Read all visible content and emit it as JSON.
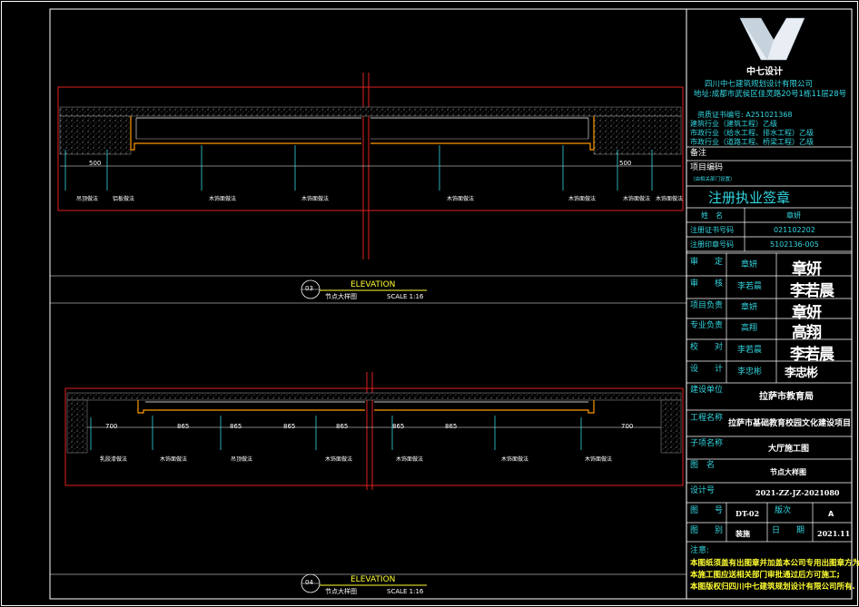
{
  "drawing": {
    "view03": {
      "number": "03",
      "title": "ELEVATION",
      "subtitle": "节点大样图",
      "scale": "SCALE 1:16",
      "dims": [
        "500",
        "500"
      ],
      "tags": [
        "吊顶做法",
        "铝板做法",
        "木饰面做法",
        "木饰面做法",
        "木饰面做法",
        "木饰面做法",
        "木饰面做法",
        "木饰面做法"
      ]
    },
    "view04": {
      "number": "04",
      "title": "ELEVATION",
      "subtitle": "节点大样图",
      "scale": "SCALE 1:16",
      "dims": [
        "700",
        "865",
        "865",
        "865",
        "865",
        "865",
        "865",
        "700"
      ],
      "tags": [
        "乳胶漆做法",
        "木饰面做法",
        "吊顶做法",
        "木饰面做法",
        "木饰面做法",
        "木饰面做法",
        "木饰面做法"
      ]
    }
  },
  "title_block": {
    "company_logo_text": "中七设计",
    "company_name": "四川中七建筑规划设计有限公司",
    "address": "地址:成都市武侯区佳灵路20号1栋11层28号",
    "cert_no": "资质证书编号: A251021368",
    "qualifications": [
      "建筑行业（建筑工程）乙级",
      "市政行业（给水工程、排水工程）乙级",
      "市政行业（道路工程、桥梁工程）乙级"
    ],
    "remark_label": "备注",
    "project_code_label": "项目编码",
    "project_code_note": "（由相关部门设置）",
    "reg_header": "注册执业签章",
    "reg_rows": [
      {
        "label": "姓　名",
        "value": "章妍"
      },
      {
        "label": "注册证书号码",
        "value": "021102202"
      },
      {
        "label": "注册印章号码",
        "value": "5102136-005"
      }
    ],
    "sign_rows": [
      {
        "label": "审　　定",
        "name": "章妍",
        "sig": "章妍"
      },
      {
        "label": "审　　核",
        "name": "李若晨",
        "sig": "李若晨"
      },
      {
        "label": "项目负责",
        "name": "章妍",
        "sig": "章妍"
      },
      {
        "label": "专业负责",
        "name": "高翔",
        "sig": "高翔"
      },
      {
        "label": "校　　对",
        "name": "李若晨",
        "sig": "李若晨"
      },
      {
        "label": "设　　计",
        "name": "李忠彬",
        "sig": "李忠彬"
      }
    ],
    "client_label": "建设单位",
    "client": "拉萨市教育局",
    "project_label": "工程名称",
    "project": "拉萨市基础教育校园文化建设项目",
    "sub_label": "子项名称",
    "sub": "大厅施工图",
    "drawing_name_label": "图　名",
    "drawing_name": "节点大样图",
    "design_no_label": "设计号",
    "design_no": "2021-ZZ-JZ-2021080",
    "sheet_no_label": "图　　号",
    "sheet_no": "DT-02",
    "version_label": "版次",
    "version": "A",
    "category_label": "图　　别",
    "category": "装施",
    "date_label": "日　　期",
    "date": "2021.11",
    "notes_label": "注意:",
    "notes": [
      "本图纸须盖有出图章并加盖本公司专用出图章方为有效;",
      "本施工图应送相关部门审批通过后方可施工;",
      "本图版权归四川中七建筑规划设计有限公司所有."
    ]
  }
}
